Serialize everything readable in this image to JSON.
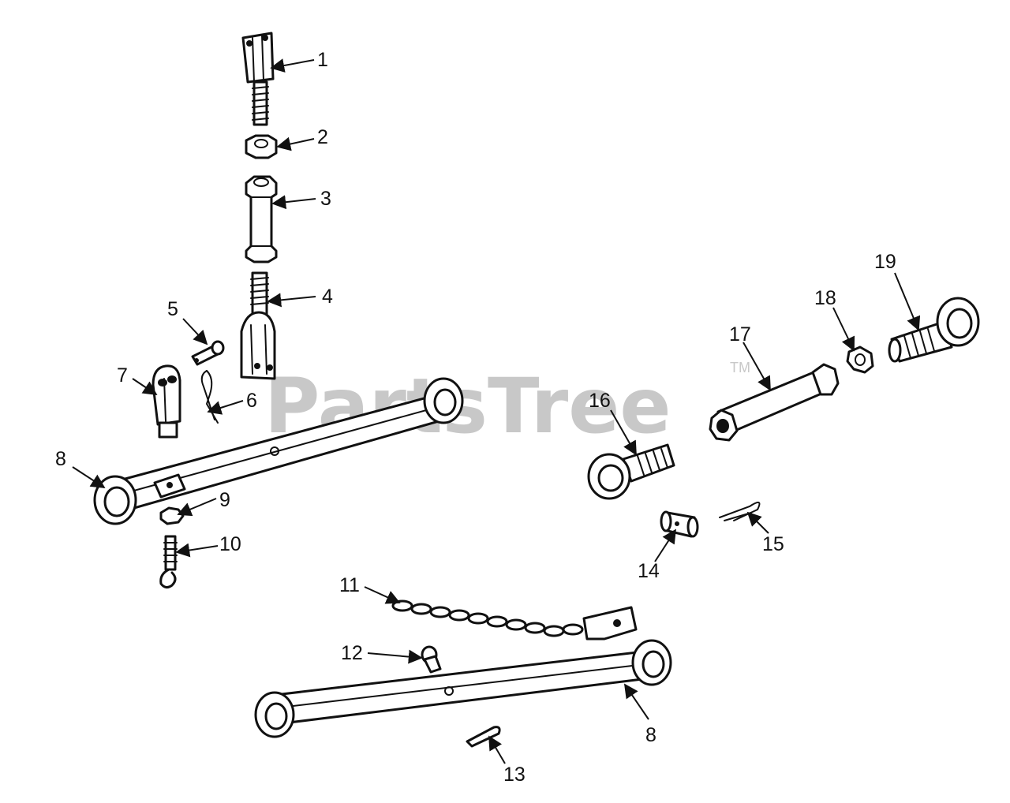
{
  "watermark": {
    "text": "PartsTree",
    "trademark": "TM"
  },
  "callouts": [
    "1",
    "2",
    "3",
    "4",
    "5",
    "6",
    "7",
    "8",
    "9",
    "10",
    "11",
    "12",
    "13",
    "14",
    "15",
    "16",
    "17",
    "18",
    "19",
    "8"
  ],
  "colors": {
    "line": "#111111",
    "watermark": "#c8c8c8",
    "background": "#ffffff"
  }
}
